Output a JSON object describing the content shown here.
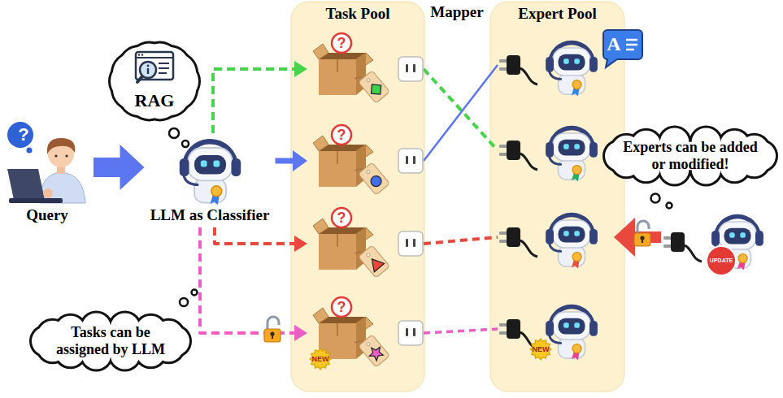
{
  "diagram": {
    "nodes": [
      {
        "text": [
          "RAG"
        ]
      },
      {
        "text": [
          "Query"
        ]
      },
      {
        "text": [
          "LLM as Classifier"
        ]
      },
      {
        "text": [
          "Tasks can be assigned by LLM"
        ]
      },
      {
        "text": [
          "Task Pool"
        ]
      },
      {
        "text": [
          "?"
        ],
        "in": 4
      },
      {
        "text": [
          "?"
        ],
        "in": 4
      },
      {
        "text": [
          "?"
        ],
        "in": 4
      },
      {
        "text": [
          "?",
          "NEW"
        ],
        "in": 4
      },
      {
        "text": [
          "Expert Pool"
        ]
      },
      {
        "text": [
          "A"
        ],
        "in": 9
      },
      {
        "text": [],
        "in": 9
      },
      {
        "text": [],
        "in": 9
      },
      {
        "text": [
          "NEW"
        ],
        "in": 9
      },
      {
        "text": [
          "Experts can be added or modified!"
        ]
      },
      {
        "text": [
          "UPDATE"
        ]
      }
    ],
    "edges": [
      {
        "from": 1,
        "to": 2,
        "arrow": "to"
      },
      {
        "from": 2,
        "to": 5,
        "arrow": "to"
      },
      {
        "from": 2,
        "to": 6,
        "arrow": "to"
      },
      {
        "from": 2,
        "to": 7,
        "arrow": "to"
      },
      {
        "from": 2,
        "to": 8,
        "arrow": "to"
      },
      {
        "from": 5,
        "to": 11,
        "arrow": "none"
      },
      {
        "from": 6,
        "to": 10,
        "arrow": "none"
      },
      {
        "from": 7,
        "to": 12,
        "arrow": "none"
      },
      {
        "from": 8,
        "to": 13,
        "arrow": "none"
      },
      {
        "from": 15,
        "to": 12,
        "arrow": "to"
      }
    ],
    "labels": [
      "Mapper",
      "?"
    ]
  }
}
